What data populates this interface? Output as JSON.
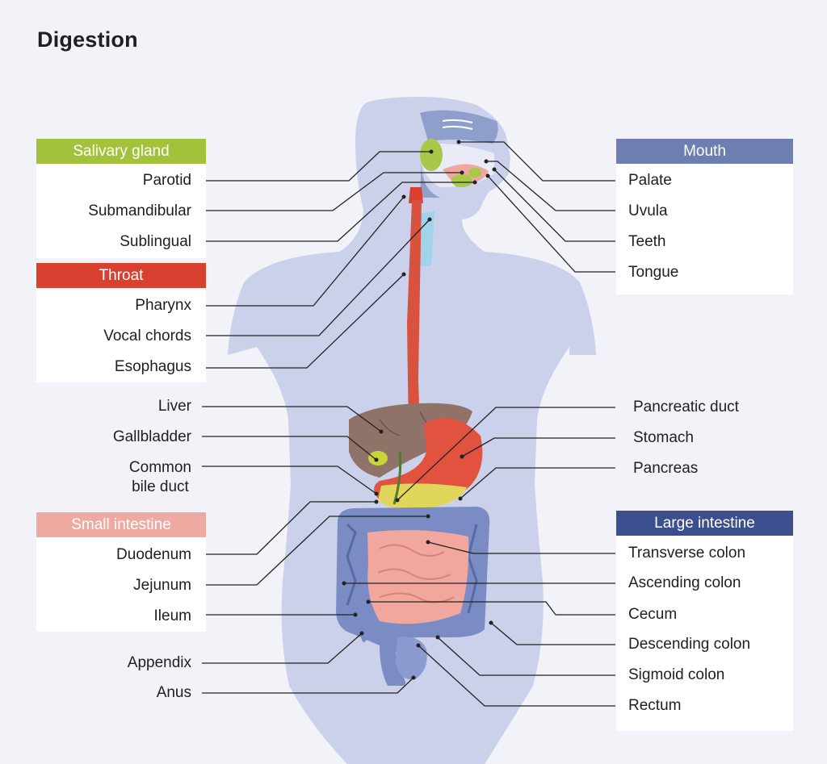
{
  "title": "Digestion",
  "colors": {
    "salivary": "#a3c23c",
    "throat": "#d8412f",
    "small_intestine": "#eea9a1",
    "mouth": "#6c7fb0",
    "large_intestine": "#3b4e8e"
  },
  "groups": {
    "salivary_gland": {
      "header": "Salivary gland",
      "items": [
        "Parotid",
        "Submandibular",
        "Sublingual"
      ]
    },
    "throat": {
      "header": "Throat",
      "items": [
        "Pharynx",
        "Vocal chords",
        "Esophagus"
      ]
    },
    "small_intestine": {
      "header": "Small intestine",
      "items": [
        "Duodenum",
        "Jejunum",
        "Ileum"
      ]
    },
    "mouth": {
      "header": "Mouth",
      "items": [
        "Palate",
        "Uvula",
        "Teeth",
        "Tongue"
      ]
    },
    "large_intestine": {
      "header": "Large intestine",
      "items": [
        "Transverse colon",
        "Ascending colon",
        "Cecum",
        "Descending colon",
        "Sigmoid colon",
        "Rectum"
      ]
    }
  },
  "standalone": {
    "liver": "Liver",
    "gallbladder": "Gallbladder",
    "common_bile_duct_line1": "Common",
    "common_bile_duct_line2": "bile duct",
    "appendix": "Appendix",
    "anus": "Anus",
    "pancreatic_duct": "Pancreatic duct",
    "stomach": "Stomach",
    "pancreas": "Pancreas"
  }
}
